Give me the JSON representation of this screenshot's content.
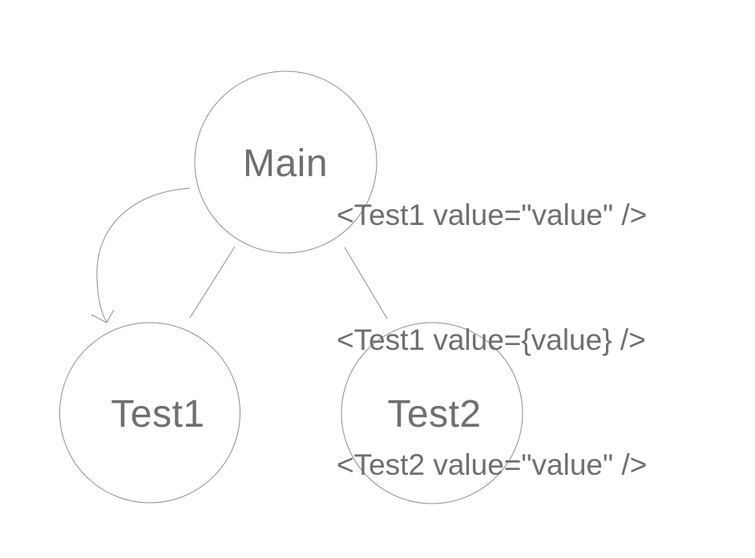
{
  "page": {
    "background": "#ffffff"
  },
  "colors": {
    "text": "#6f6f6f",
    "shape_stroke": "#8f8f8f",
    "connector_stroke": "#8f8f8f"
  },
  "nodes": {
    "main": {
      "label": "Main"
    },
    "test1": {
      "label": "Test1"
    },
    "test2": {
      "label": "Test2"
    }
  },
  "edges": [
    {
      "from": "Main",
      "to": "Test1",
      "style": "straight-line"
    },
    {
      "from": "Main",
      "to": "Test2",
      "style": "straight-line"
    },
    {
      "from": "Main",
      "to": "Test1",
      "style": "curved-arrow"
    }
  ],
  "code": {
    "lines": [
      "<Test1 value=\"value\" />",
      "<Test1 value={value} />",
      "<Test2 value=\"value\" />"
    ]
  }
}
